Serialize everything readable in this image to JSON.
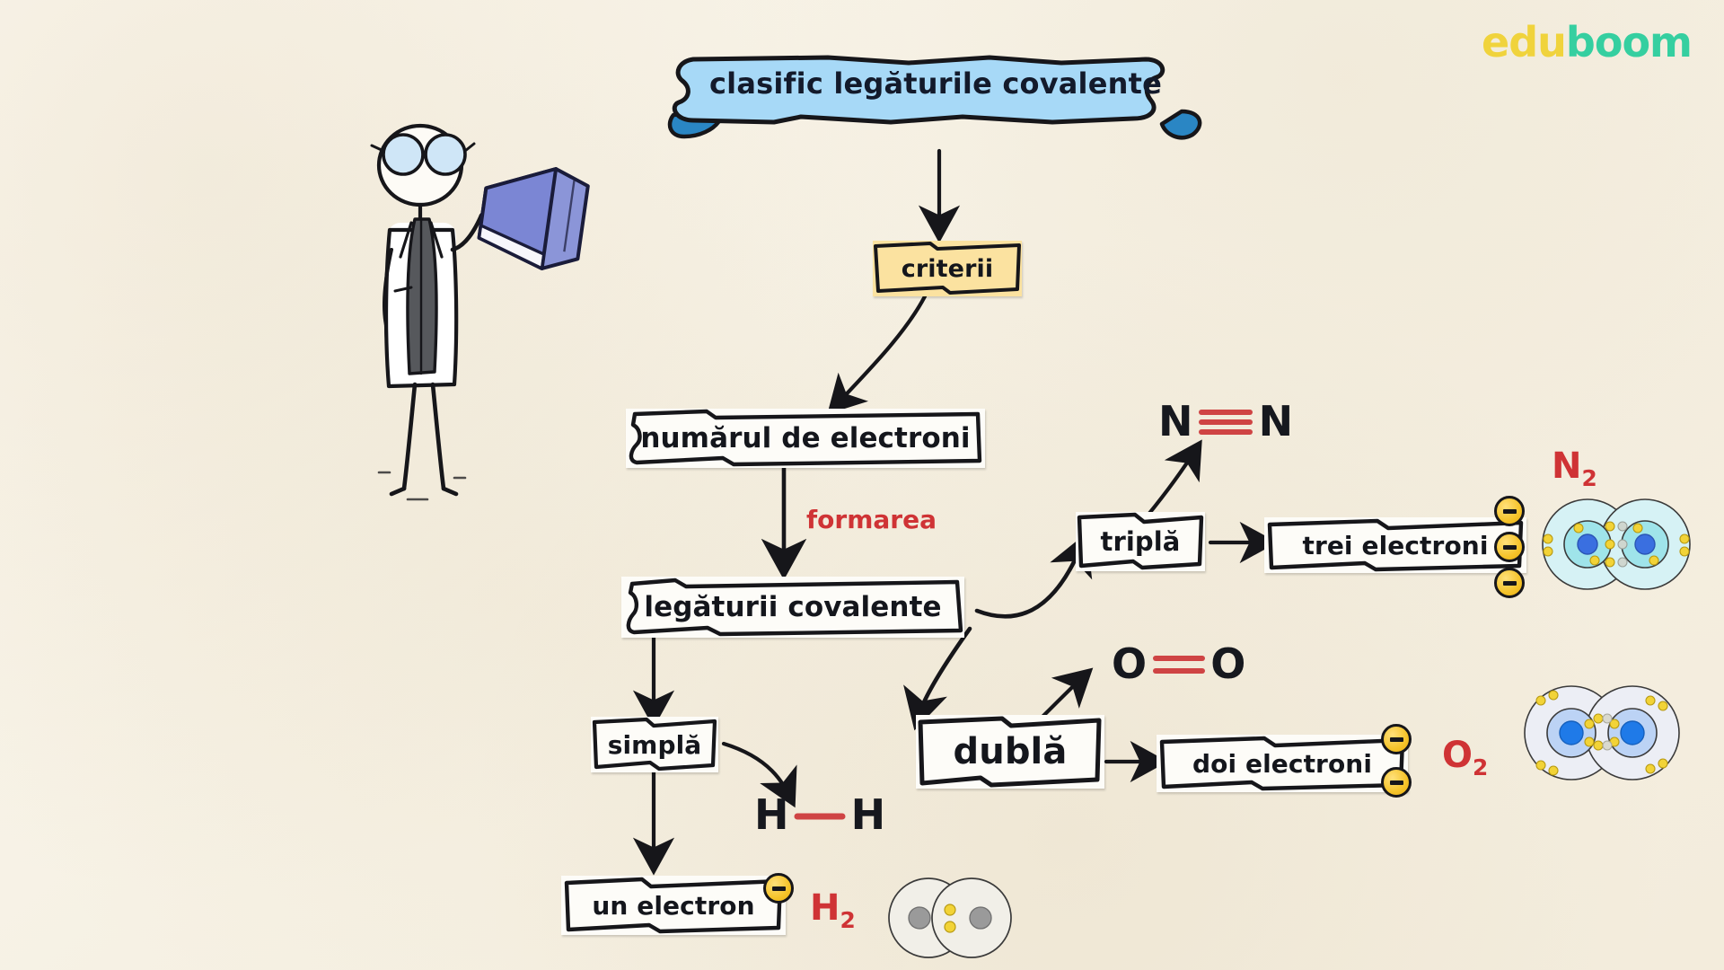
{
  "logo": {
    "part1": "edu",
    "part2": "boom",
    "color1": "#f0d33c",
    "color2": "#35cfa0"
  },
  "banner": {
    "title": "clasific legăturile covalente",
    "fill": "#a7d9f7",
    "tail": "#2a86c4"
  },
  "nodes": {
    "criterii": "criterii",
    "numarul": "numărul de electroni",
    "formarea": "formarea",
    "legaturii": "legăturii covalente",
    "simpla": "simplă",
    "dubla": "dublă",
    "tripla": "triplă",
    "un_electron": "un electron",
    "doi_electroni": "doi electroni",
    "trei_electroni": "trei electroni"
  },
  "molecules": {
    "h2": {
      "formula_left": "H",
      "formula_right": "H",
      "name": "H",
      "sub": "2",
      "bond": "single"
    },
    "o2": {
      "formula_left": "O",
      "formula_right": "O",
      "name": "O",
      "sub": "2",
      "bond": "double"
    },
    "n2": {
      "formula_left": "N",
      "formula_right": "N",
      "name": "N",
      "sub": "2",
      "bond": "triple"
    }
  },
  "colors": {
    "background": "#f7f2e6",
    "ink": "#16181e",
    "red": "#cf3335",
    "bond_red": "#cf4444",
    "yellow_box": "#fbe2a0",
    "electron": "#f5c32a",
    "n2_shell": "#d6f2f5",
    "n2_nucleus": "#3a6fe0",
    "o2_shell": "#eceef5",
    "o2_nucleus": "#1f7ae8",
    "h2_nucleus": "#9a9a9a",
    "book": "#7b86d4",
    "glasses": "#cfe6f7"
  },
  "figure": {
    "name": "scientist-with-book"
  },
  "electron_badges": {
    "un_electron": 1,
    "doi_electroni": 2,
    "trei_electroni": 3
  }
}
